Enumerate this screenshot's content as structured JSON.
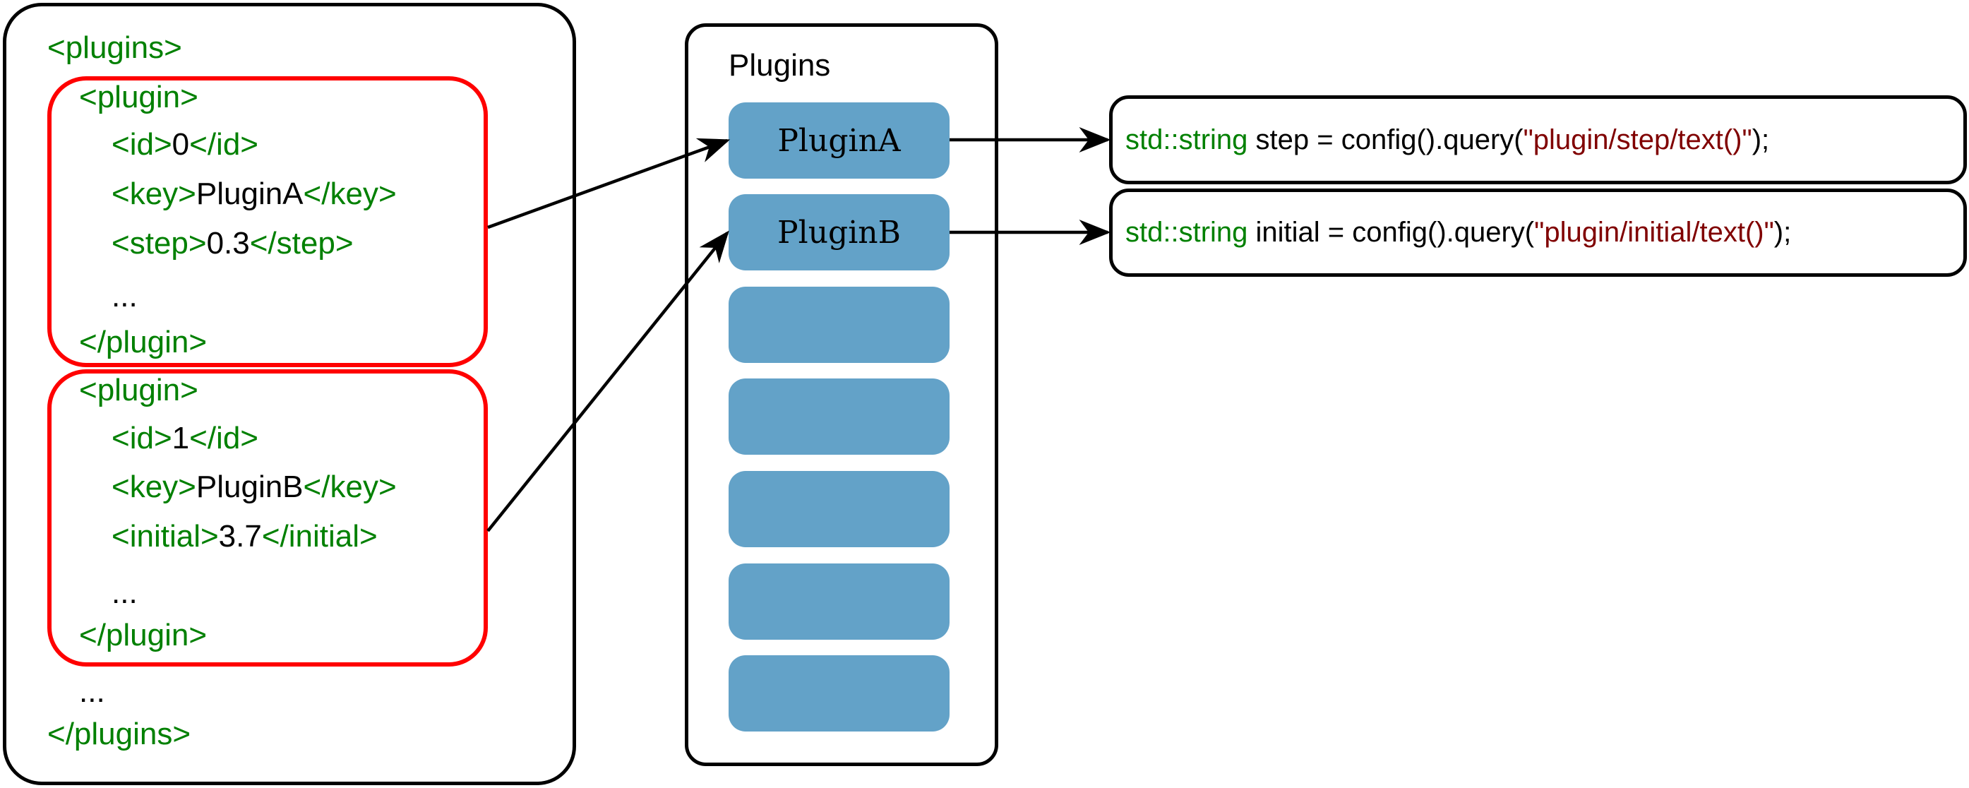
{
  "xml": {
    "lines": [
      {
        "tag_open": "<plugins>",
        "value": "",
        "tag_close": ""
      },
      {
        "tag_open": "<plugin>",
        "value": "",
        "tag_close": ""
      },
      {
        "tag_open": "<id>",
        "value": "0",
        "tag_close": "</id>"
      },
      {
        "tag_open": "<key>",
        "value": "PluginA",
        "tag_close": "</key>"
      },
      {
        "tag_open": "<step>",
        "value": "0.3",
        "tag_close": "</step>"
      },
      {
        "tag_open": "",
        "value": "...",
        "tag_close": ""
      },
      {
        "tag_open": "</plugin>",
        "value": "",
        "tag_close": ""
      },
      {
        "tag_open": "<plugin>",
        "value": "",
        "tag_close": ""
      },
      {
        "tag_open": "<id>",
        "value": "1",
        "tag_close": "</id>"
      },
      {
        "tag_open": "<key>",
        "value": "PluginB",
        "tag_close": "</key>"
      },
      {
        "tag_open": "<initial>",
        "value": "3.7",
        "tag_close": "</initial>"
      },
      {
        "tag_open": "",
        "value": "...",
        "tag_close": ""
      },
      {
        "tag_open": "</plugin>",
        "value": "",
        "tag_close": ""
      },
      {
        "tag_open": "",
        "value": "...",
        "tag_close": ""
      },
      {
        "tag_open": "</plugins>",
        "value": "",
        "tag_close": ""
      }
    ]
  },
  "plugins_panel": {
    "title": "Plugins",
    "slots": [
      "PluginA",
      "PluginB",
      "",
      "",
      "",
      "",
      ""
    ]
  },
  "code": [
    {
      "type": "std::string",
      "rest": " step = config().query(",
      "string": "\"plugin/step/text()\"",
      "end": ");"
    },
    {
      "type": "std::string",
      "rest": " initial = config().query(",
      "string": "\"plugin/initial/text()\"",
      "end": ");"
    }
  ],
  "colors": {
    "tag": "#008000",
    "string": "#800000",
    "highlight_border": "#ff0000",
    "slot_fill": "#63a2c8"
  }
}
